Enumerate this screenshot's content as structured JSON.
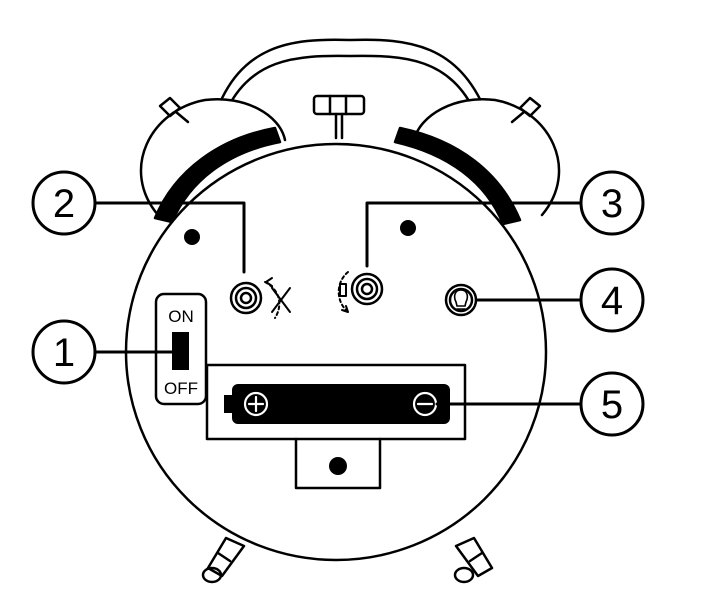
{
  "switch": {
    "on_label": "ON",
    "off_label": "OFF"
  },
  "callouts": [
    "1",
    "2",
    "3",
    "4",
    "5"
  ],
  "battery": {
    "plus_icon": "plus-sign",
    "minus_icon": "minus-sign"
  },
  "icons": {
    "knob_2": "time-set-icon",
    "knob_3": "alarm-set-icon",
    "button_4": "light-bulb-icon"
  }
}
